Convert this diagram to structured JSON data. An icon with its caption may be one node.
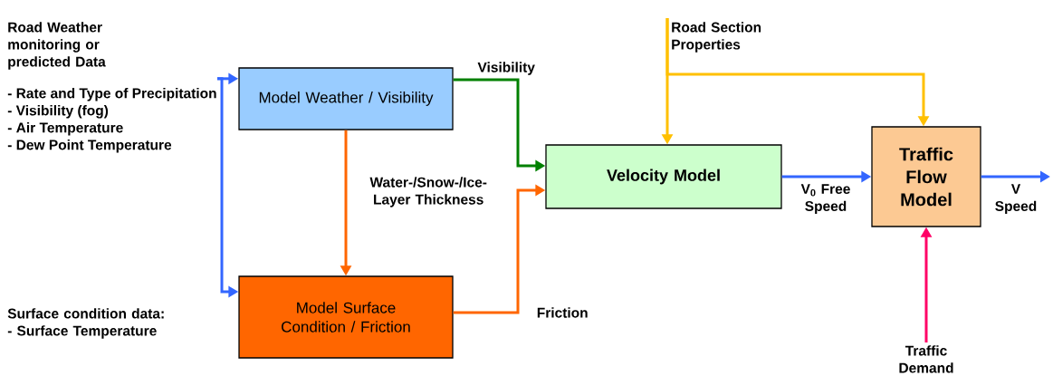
{
  "diagram": {
    "nodes": [
      {
        "text": [
          "Road Weather monitoring or predicted Data",
          "- Rate and Type of Precipitation",
          "- Visibility (fog)",
          "- Air Temperature",
          "- Dew Point Temperature"
        ]
      },
      {
        "text": [
          "Model Weather / Visibility"
        ]
      },
      {
        "text": [
          "Surface condition data:",
          "- Surface Temperature"
        ]
      },
      {
        "text": [
          "Model Surface Condition / Friction"
        ]
      },
      {
        "text": [
          "Velocity Model"
        ]
      },
      {
        "text": [
          "Road Section Properties"
        ]
      },
      {
        "text": [
          "Traffic Flow Model"
        ]
      },
      {
        "text": [
          "Traffic Demand"
        ]
      }
    ],
    "edges": [
      {
        "from": 0,
        "to": 1,
        "arrow": "to"
      },
      {
        "from": 0,
        "to": 3,
        "arrow": "to"
      },
      {
        "from": 1,
        "to": 3,
        "arrow": "to",
        "label": "Water-/Snow-/Ice- Layer Thickness",
        "color": "#ff6600"
      },
      {
        "from": 1,
        "to": 4,
        "arrow": "to",
        "label": "Visibility",
        "color": "#008000"
      },
      {
        "from": 3,
        "to": 4,
        "arrow": "to",
        "label": "Friction",
        "color": "#ff6600"
      },
      {
        "from": 5,
        "to": 4,
        "arrow": "to",
        "color": "#ffc000"
      },
      {
        "from": 5,
        "to": 6,
        "arrow": "to",
        "color": "#ffc000"
      },
      {
        "from": 4,
        "to": 6,
        "arrow": "to",
        "label": "V$_{0}$ Free Speed"
      },
      {
        "from": 6,
        "to": null,
        "arrow": "to",
        "label": "V Speed"
      },
      {
        "from": 7,
        "to": 6,
        "arrow": "to",
        "color": "#ff0066"
      }
    ]
  }
}
